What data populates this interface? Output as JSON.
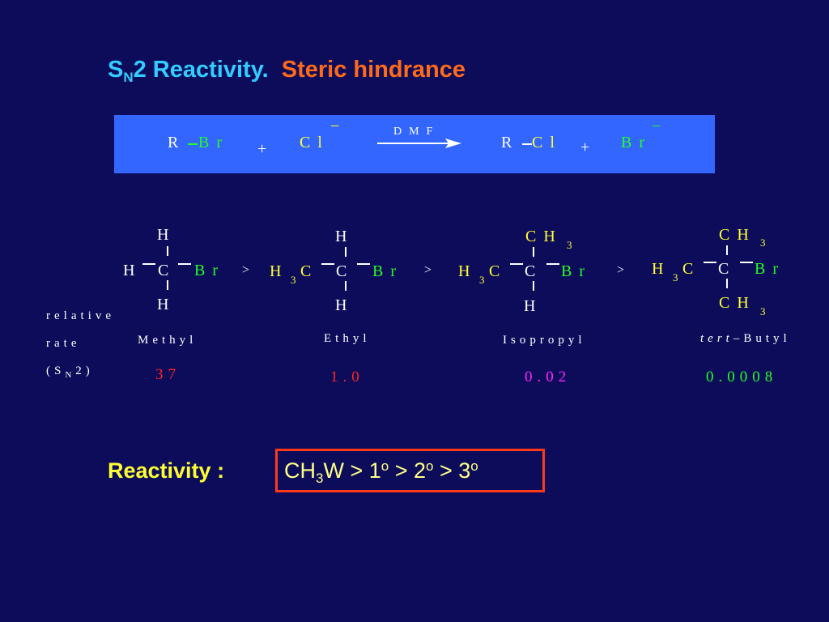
{
  "title": {
    "s": "S",
    "sub": "N",
    "rest": "2 Reactivity.",
    "highlight": "Steric hindrance"
  },
  "equation": {
    "r": "R",
    "br": "Br",
    "plus": "+",
    "cl": "Cl",
    "minus": "−",
    "dmf": "DMF",
    "arrow": "arrow-icon",
    "r2": "R",
    "cl2": "Cl",
    "plus2": "+",
    "br2": "Br",
    "minus2": "−"
  },
  "structures": {
    "methyl": {
      "top": "H",
      "left": "H",
      "center": "C",
      "right": "Br",
      "bottom": "H",
      "name": "Methyl"
    },
    "ethyl": {
      "top": "H",
      "left_main": "H",
      "left_sub": "3",
      "left_c": "C",
      "center": "C",
      "right": "Br",
      "bottom": "H",
      "name": "Ethyl"
    },
    "isopropyl": {
      "top_main": "CH",
      "top_sub": "3",
      "left_main": "H",
      "left_sub": "3",
      "left_c": "C",
      "center": "C",
      "right": "Br",
      "bottom": "H",
      "name": "Isopropyl"
    },
    "tertbutyl": {
      "top_main": "CH",
      "top_sub": "3",
      "left_main": "H",
      "left_sub": "3",
      "left_c": "C",
      "center": "C",
      "right": "Br",
      "bottom_main": "CH",
      "bottom_sub": "3",
      "name_italic": "tert",
      "name_rest": "–Butyl"
    },
    "gt": ">"
  },
  "side_label": {
    "line1": "relative",
    "line2": "rate",
    "line3_open": "(S",
    "line3_sub": "N",
    "line3_close": "2)"
  },
  "rates": {
    "methyl": "37",
    "ethyl": "1.0",
    "isopropyl": "0.02",
    "tertbutyl": "0.0008"
  },
  "colors": {
    "background": "#0c0c5a",
    "title": "#33ccff",
    "highlight": "#ff6a1a",
    "box": "#3366ff",
    "yellow": "#ffff33",
    "green": "#22ff22",
    "red": "#ff2222",
    "magenta": "#ff22ff"
  },
  "reactivity": {
    "label": "Reactivity :",
    "ch": "CH",
    "sub3": "3",
    "w": "W",
    "rest1": " > 1",
    "sup1": "o",
    "rest2": " > 2",
    "sup2": "o",
    "rest3": " > 3",
    "sup3": "o"
  }
}
